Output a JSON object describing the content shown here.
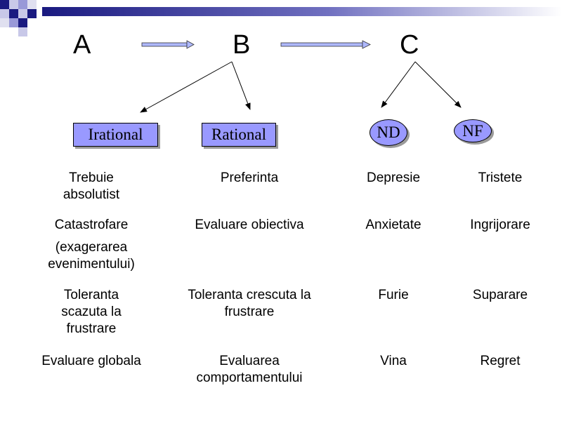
{
  "header": {
    "a": "A",
    "b": "B",
    "c": "C"
  },
  "boxes": {
    "irational": "Irational",
    "rational": "Rational",
    "nd": "ND",
    "nf": "NF"
  },
  "rows": [
    {
      "c1": "Trebuie absolutist",
      "c2": "Preferinta",
      "c3": "Depresie",
      "c4": "Tristete"
    },
    {
      "c1": "Catastrofare",
      "c1b": "(exagerarea evenimentului)",
      "c2": "Evaluare obiectiva",
      "c3": "Anxietate",
      "c4": "Ingrijorare"
    },
    {
      "c1": "Toleranta scazuta la frustrare",
      "c2": "Toleranta crescuta la frustrare",
      "c3": "Furie",
      "c4": "Suparare"
    },
    {
      "c1": "Evaluare globala",
      "c2": "Evaluarea comportamentului",
      "c3": "Vina",
      "c4": "Regret"
    }
  ],
  "colors": {
    "accent": "#9999ff",
    "bar_dark": "#1a1a80"
  }
}
